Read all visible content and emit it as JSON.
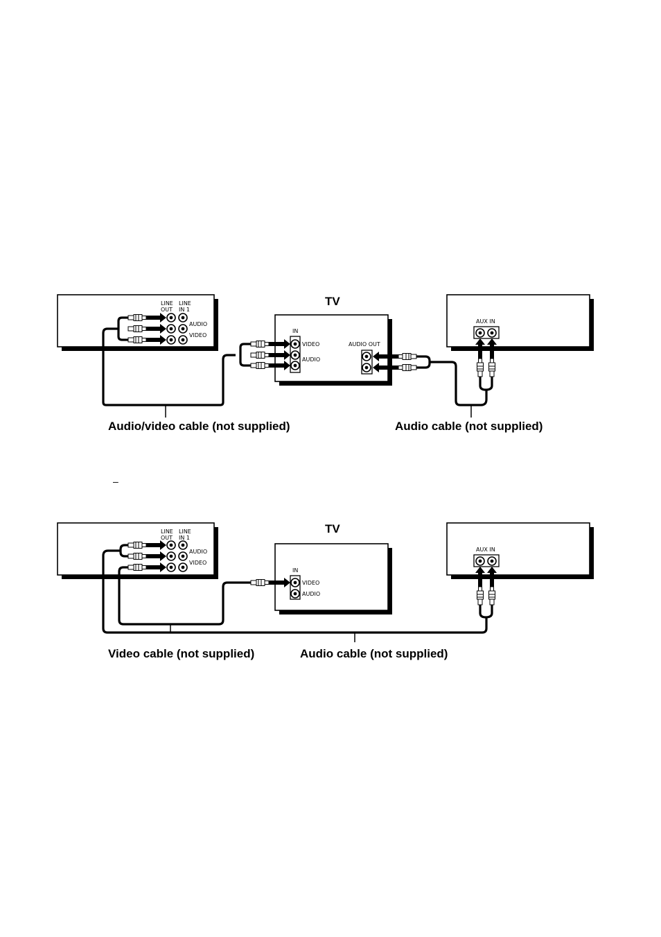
{
  "diagram1": {
    "source_labels": {
      "line_out": "LINE\nOUT",
      "line_in": "LINE\nIN 1",
      "audio": "AUDIO",
      "video": "VIDEO"
    },
    "tv": {
      "title": "TV",
      "in": "IN",
      "video": "VIDEO",
      "audio": "AUDIO",
      "audio_out": "AUDIO OUT"
    },
    "receiver": {
      "aux_in": "AUX IN"
    },
    "cables": {
      "av": "Audio/video cable (not supplied)",
      "audio": "Audio cable (not supplied)"
    }
  },
  "marker": "–",
  "diagram2": {
    "source_labels": {
      "line_out": "LINE\nOUT",
      "line_in": "LINE\nIN 1",
      "audio": "AUDIO",
      "video": "VIDEO"
    },
    "tv": {
      "title": "TV",
      "in": "IN",
      "video": "VIDEO",
      "audio": "AUDIO"
    },
    "receiver": {
      "aux_in": "AUX IN"
    },
    "cables": {
      "video": "Video cable (not supplied)",
      "audio": "Audio cable (not supplied)"
    }
  }
}
